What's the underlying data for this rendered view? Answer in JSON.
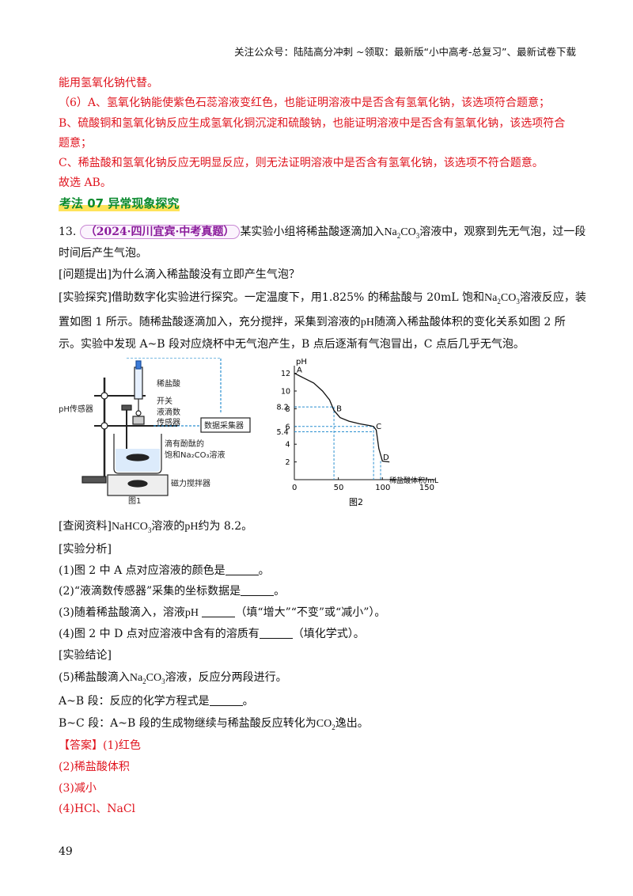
{
  "header": {
    "text": "关注公众号：陆陆高分冲刺  ~领取：最新版“小中高考-总复习”、最新试卷下载"
  },
  "lines": {
    "l1": "能用氢氧化钠代替。",
    "l2": "（6）A、氢氧化钠能使紫色石蕊溶液变红色，也能证明溶液中是否含有氢氧化钠，该选项符合题意；",
    "l3": "B、硫酸铜和氢氧化钠反应生成氢氧化铜沉淀和硫酸钠，也能证明溶液中是否含有氢氧化钠，该选项符合",
    "l4": "题意；",
    "l5": "C、稀盐酸和氢氧化钠反应无明显反应，则无法证明溶液中是否含有氢氧化钠，该选项不符合题意。",
    "l6": "故选 AB。"
  },
  "section_title": "考法 07  异常现象探究",
  "q13": {
    "number": "13.",
    "tag": "（2024·四川宜宾·中考真题）",
    "t1a": "某实验小组将稀盐酸逐滴加入",
    "na2co3": "Na",
    "t1b": "溶液中，观察到先无气泡，过一段",
    "t2": "时间后产生气泡。",
    "t3": "[问题提出]为什么滴入稀盐酸没有立即产生气泡？",
    "t4a": "[实验探究]借助数字化实验进行探究。一定温度下，用1.825% 的稀盐酸与 20mL 饱和",
    "t4b": "溶液反应，装",
    "t5a": "置如图 1 所示。随稀盐酸逐滴加入，充分搅拌，采集到溶液的",
    "ph": "pH",
    "t5b": "随滴入稀盐酸体积的变化关系如图 2 所",
    "t6": "示。实验中发现 A~B 段对应烧杯中无气泡产生，B 点后逐渐有气泡冒出，C 点后几乎无气泡。",
    "t7a": "[查阅资料]",
    "nahco3": "NaHCO",
    "t7b": "溶液的",
    "t7c": "约为 8.2。",
    "t8": "[实验分析]",
    "t9": "(1)图 2 中 A 点对应溶液的颜色是",
    "t10": "(2)“液滴数传感器”采集的坐标数据是",
    "t11a": "(3)随着稀盐酸滴入，溶液",
    "t11b": "（填“增大”“不变”或“减小”）。",
    "t12a": "(4)图 2 中 D 点对应溶液中含有的溶质有",
    "t12b": "（填化学式）。",
    "t13": "[实验结论]",
    "t14a": "(5)稀盐酸滴入",
    "t14b": "溶液，反应分两段进行。",
    "t15": "A~B 段：反应的化学方程式是",
    "t16a": "B~C 段：A~B 段的生成物继续与稀盐酸反应转化为",
    "co2": "CO",
    "t16b": "逸出。",
    "period": "。"
  },
  "answers": {
    "a1": "【答案】(1)红色",
    "a2": "(2)稀盐酸体积",
    "a3": "(3)减小",
    "a4": "(4)HCl、NaCl"
  },
  "figure1": {
    "caption": "图1",
    "labels": {
      "acid": "稀盐酸",
      "switch": "开关",
      "drop1": "液滴数",
      "drop2": "传感器",
      "ph_sensor": "pH传感器",
      "collector": "数据采集器",
      "sol1": "滴有酚酞的",
      "sol2": "饱和Na₂CO₃溶液",
      "stirrer": "磁力搅拌器"
    }
  },
  "chart_data": {
    "type": "line",
    "title": "",
    "xlabel": "稀盐酸体积/mL",
    "ylabel": "pH",
    "xlim": [
      0,
      160
    ],
    "ylim": [
      0,
      12.5
    ],
    "x_ticks": [
      "0",
      "50",
      "100",
      "150"
    ],
    "y_ticks": [
      "2",
      "4",
      "5.4",
      "6",
      "8",
      "8.2",
      "10",
      "12"
    ],
    "series": [
      {
        "x": [
          0,
          10,
          22,
          32,
          40,
          45,
          52,
          62,
          74,
          86,
          90,
          93,
          96,
          100,
          108
        ],
        "y": [
          12.0,
          11.5,
          10.9,
          10.0,
          9.0,
          7.8,
          7.0,
          6.6,
          6.3,
          6.1,
          6.0,
          5.6,
          3.5,
          2.1,
          2.0
        ]
      }
    ],
    "points": [
      {
        "label": "A",
        "x": 0,
        "y": 12.0
      },
      {
        "label": "B",
        "x": 45,
        "y": 8.0
      },
      {
        "label": "C",
        "x": 90,
        "y": 6.0
      },
      {
        "label": "D",
        "x": 98,
        "y": 2.5
      }
    ],
    "caption": "图2"
  },
  "page_number": "49"
}
